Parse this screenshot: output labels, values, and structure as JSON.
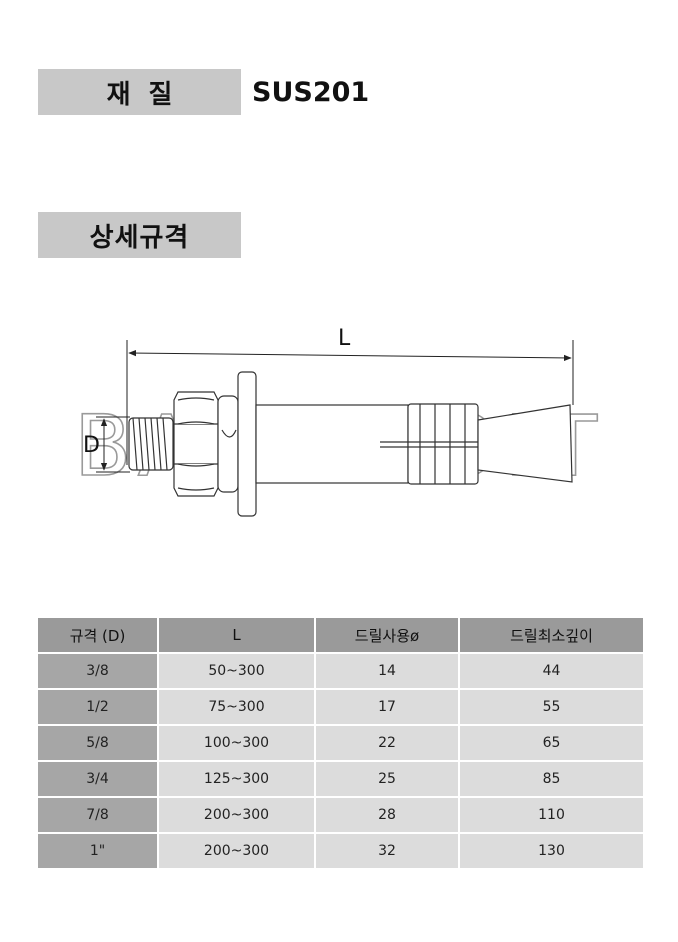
{
  "material": {
    "label": "재질",
    "value": "SUS201"
  },
  "spec": {
    "label": "상세규격"
  },
  "diagram": {
    "watermark": "BARO BOLT",
    "length_label": "L",
    "diameter_label": "D"
  },
  "table": {
    "headers": [
      "규격 (D)",
      "L",
      "드릴사용ø",
      "드릴최소깊이"
    ],
    "rows": [
      [
        "3/8",
        "50~300",
        "14",
        "44"
      ],
      [
        "1/2",
        "75~300",
        "17",
        "55"
      ],
      [
        "5/8",
        "100~300",
        "22",
        "65"
      ],
      [
        "3/4",
        "125~300",
        "25",
        "85"
      ],
      [
        "7/8",
        "200~300",
        "28",
        "110"
      ],
      [
        "1\"",
        "200~300",
        "32",
        "130"
      ]
    ]
  }
}
